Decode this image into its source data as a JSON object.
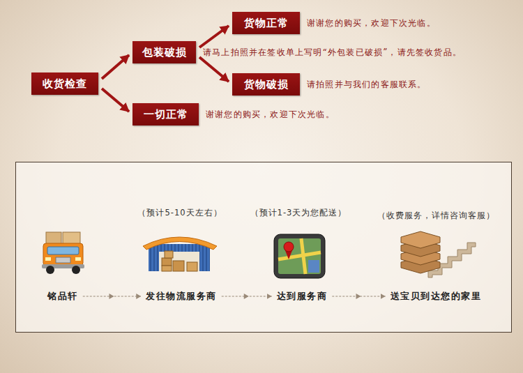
{
  "diagram": {
    "nodes": [
      {
        "text": [
          "收货检查"
        ]
      },
      {
        "text": [
          "包装破损"
        ]
      },
      {
        "text": [
          "货物正常"
        ]
      },
      {
        "text": [
          "货物破损"
        ]
      },
      {
        "text": [
          "一切正常"
        ]
      }
    ],
    "edges": [
      {
        "from": 0,
        "to": 1,
        "arrow": "to"
      },
      {
        "from": 0,
        "to": 4,
        "arrow": "to"
      },
      {
        "from": 1,
        "to": 2,
        "arrow": "to"
      },
      {
        "from": 1,
        "to": 3,
        "arrow": "to"
      }
    ],
    "labels": [
      "谢谢您的购买，欢迎下次光临。",
      "请马上拍照并在签收单上写明“外包装已破损”，请先签收货品。",
      "请拍照并与我们的客服联系。",
      "谢谢您的购买，欢迎下次光临。",
      "（预计5-10天左右）",
      "（预计1-3天为您配送）",
      "（收费服务，详情咨询客服）",
      "铭品轩",
      "发往物流服务商",
      "达到服务商",
      "送宝贝到达您的家里"
    ]
  }
}
